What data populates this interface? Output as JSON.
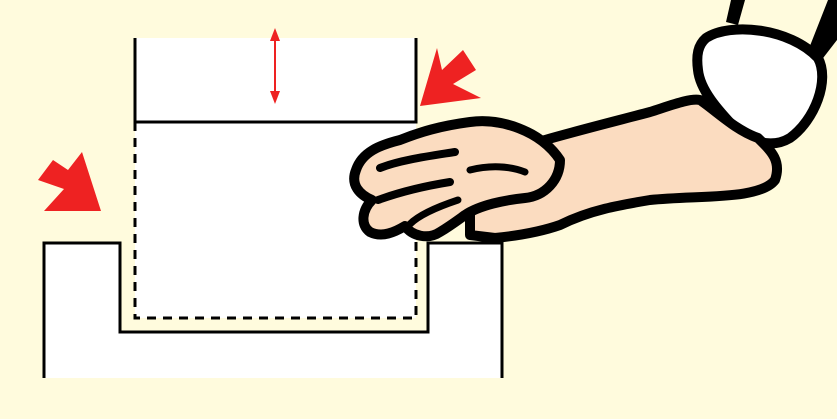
{
  "diagram": {
    "background_color": "#fffbdd",
    "fill_color": "#ffffff",
    "line_color": "#000000",
    "arrow_color": "#ee2222",
    "skin_color": "#fbdcc0",
    "cuff_color": "#ffffff",
    "elements": [
      "slide-block",
      "vertical-motion-arrow",
      "block-insertion-outline",
      "receiving-socket",
      "force-arrow-left",
      "force-arrow-right",
      "hand-and-arm"
    ]
  }
}
